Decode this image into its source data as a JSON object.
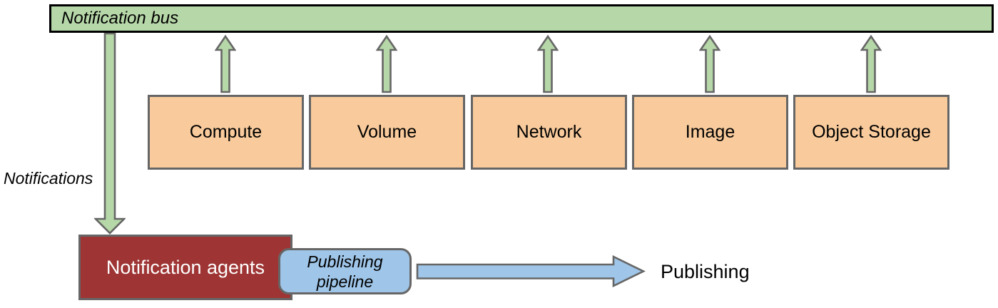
{
  "bus": {
    "label": "Notification bus"
  },
  "services": [
    {
      "label": "Compute"
    },
    {
      "label": "Volume"
    },
    {
      "label": "Network"
    },
    {
      "label": "Image"
    },
    {
      "label": "Object Storage"
    }
  ],
  "notifications": {
    "label": "Notifications"
  },
  "agents": {
    "label": "Notification agents"
  },
  "pipeline": {
    "label": "Publishing pipeline"
  },
  "publishing": {
    "label": "Publishing"
  },
  "colors": {
    "bus_green": "#b6d7a8",
    "arrow_green": "#b6d7a8",
    "service_orange": "#f9cb9c",
    "agents_red": "#9e3534",
    "pipeline_blue": "#9fc5e8",
    "publishing_arrow_blue": "#9fc5e8",
    "border_gray": "#666666",
    "bus_border_black": "#000000"
  }
}
